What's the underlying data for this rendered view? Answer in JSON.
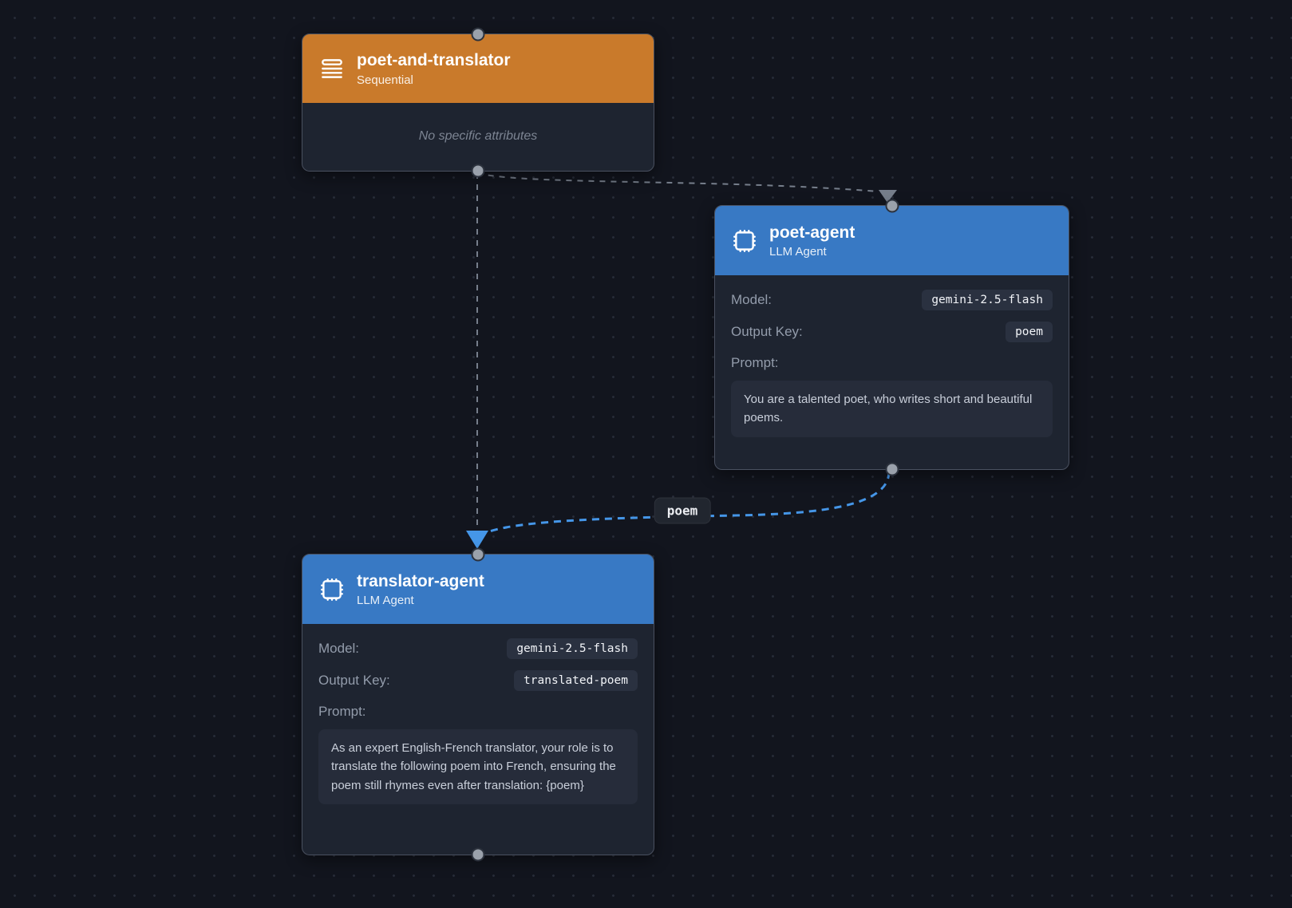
{
  "canvas": {
    "background_color": "#12151e",
    "grid": "dot-grid"
  },
  "nodes": [
    {
      "id": "poet-and-translator",
      "title": "poet-and-translator",
      "subtitle": "Sequential",
      "icon": "queue-list-icon",
      "header_color": "#c97a2b",
      "note": "No specific attributes"
    },
    {
      "id": "poet-agent",
      "title": "poet-agent",
      "subtitle": "LLM Agent",
      "icon": "cpu-chip-icon",
      "header_color": "#3879c4",
      "fields": [
        {
          "label": "Model:",
          "value": "gemini-2.5-flash"
        },
        {
          "label": "Output Key:",
          "value": "poem"
        }
      ],
      "prompt_label": "Prompt:",
      "prompt": "You are a talented poet, who writes short and beautiful poems."
    },
    {
      "id": "translator-agent",
      "title": "translator-agent",
      "subtitle": "LLM Agent",
      "icon": "cpu-chip-icon",
      "header_color": "#3879c4",
      "fields": [
        {
          "label": "Model:",
          "value": "gemini-2.5-flash"
        },
        {
          "label": "Output Key:",
          "value": "translated-poem"
        }
      ],
      "prompt_label": "Prompt:",
      "prompt": "As an expert English-French translator, your role is to translate the following poem into French, ensuring the poem still rhymes even after translation: {poem}"
    }
  ],
  "edges": [
    {
      "from": "poet-and-translator",
      "to": "poet-agent",
      "style": "gray-dashed",
      "color": "#767e8b",
      "label": ""
    },
    {
      "from": "poet-and-translator",
      "to": "translator-agent",
      "style": "gray-dashed",
      "color": "#767e8b",
      "label": ""
    },
    {
      "from": "poet-agent",
      "to": "translator-agent",
      "style": "blue-dashed",
      "color": "#4596e8",
      "label": "poem"
    }
  ]
}
